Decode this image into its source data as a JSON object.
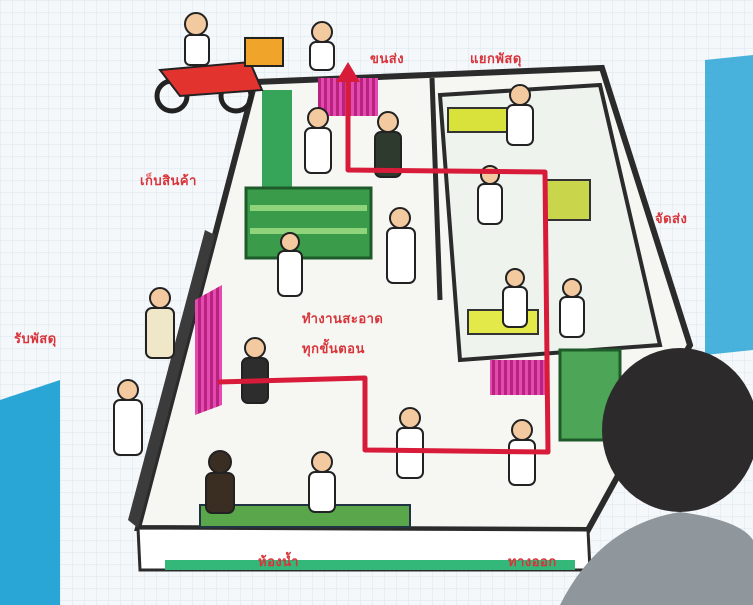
{
  "labels": {
    "top_left": "ขนส่ง",
    "top_right": "แยกพัสดุ",
    "left_1": "เก็บสินค้า",
    "left_2": "รับพัสดุ",
    "right": "จัดส่ง",
    "center_1": "ทำงานสะอาด",
    "center_2": "ทุกขั้นตอน",
    "bottom_1": "ห้องน้ำ",
    "bottom_2": "ทางออก"
  },
  "colors": {
    "route": "#d81b39",
    "wall": "#2b2b2b",
    "floor": "#f6f7f2",
    "background": "#e9eef4",
    "screen_blue": "#2aa6d6",
    "shelf_green": "#3a9c4a",
    "accent_magenta": "#d0309a"
  }
}
